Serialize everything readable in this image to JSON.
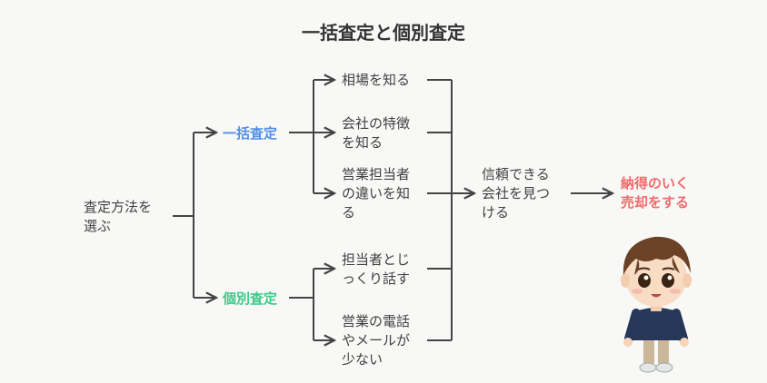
{
  "title": "一括査定と個別査定",
  "root": {
    "lines": [
      "査定方法を",
      "選ぶ"
    ]
  },
  "branches": {
    "bulk": {
      "label": "一括査定",
      "color": "#4f8fe6",
      "items": [
        {
          "lines": [
            "相場を知る"
          ]
        },
        {
          "lines": [
            "会社の特徴",
            "を知る"
          ]
        },
        {
          "lines": [
            "営業担当者",
            "の違いを知",
            "る"
          ]
        }
      ]
    },
    "individual": {
      "label": "個別査定",
      "color": "#3ec98a",
      "items": [
        {
          "lines": [
            "担当者とじ",
            "っくり話す"
          ]
        },
        {
          "lines": [
            "営業の電話",
            "やメールが",
            "少ない"
          ]
        }
      ]
    }
  },
  "merge": {
    "lines": [
      "信頼できる",
      "会社を見つ",
      "ける"
    ]
  },
  "result": {
    "lines": [
      "納得のいく",
      "売却をする"
    ],
    "color": "#f06b6b"
  },
  "mascot": "cartoon-boy-illustration"
}
